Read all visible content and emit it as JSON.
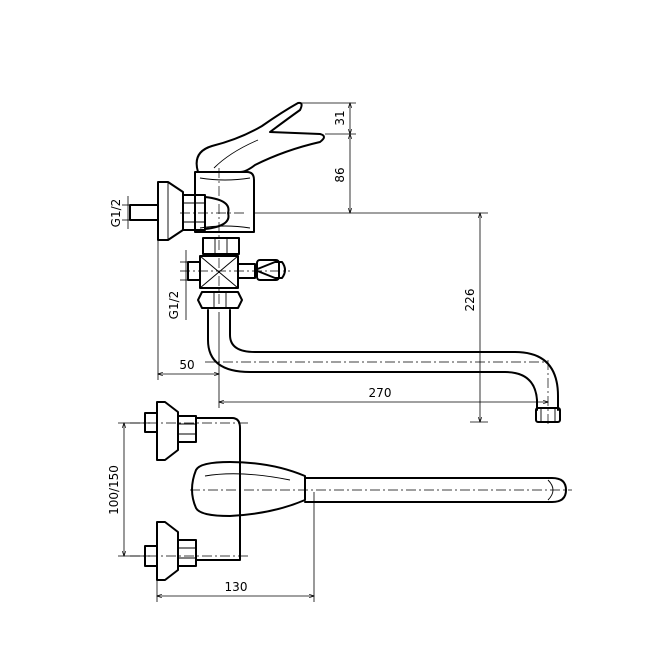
{
  "dimensions": {
    "handle_rise": "31",
    "handle_height": "86",
    "spout_height": "226",
    "spout_length": "270",
    "wall_offset": "50",
    "spacing": "100/150",
    "depth": "130",
    "thread_upper": "G1/2",
    "thread_lower": "G1/2"
  }
}
